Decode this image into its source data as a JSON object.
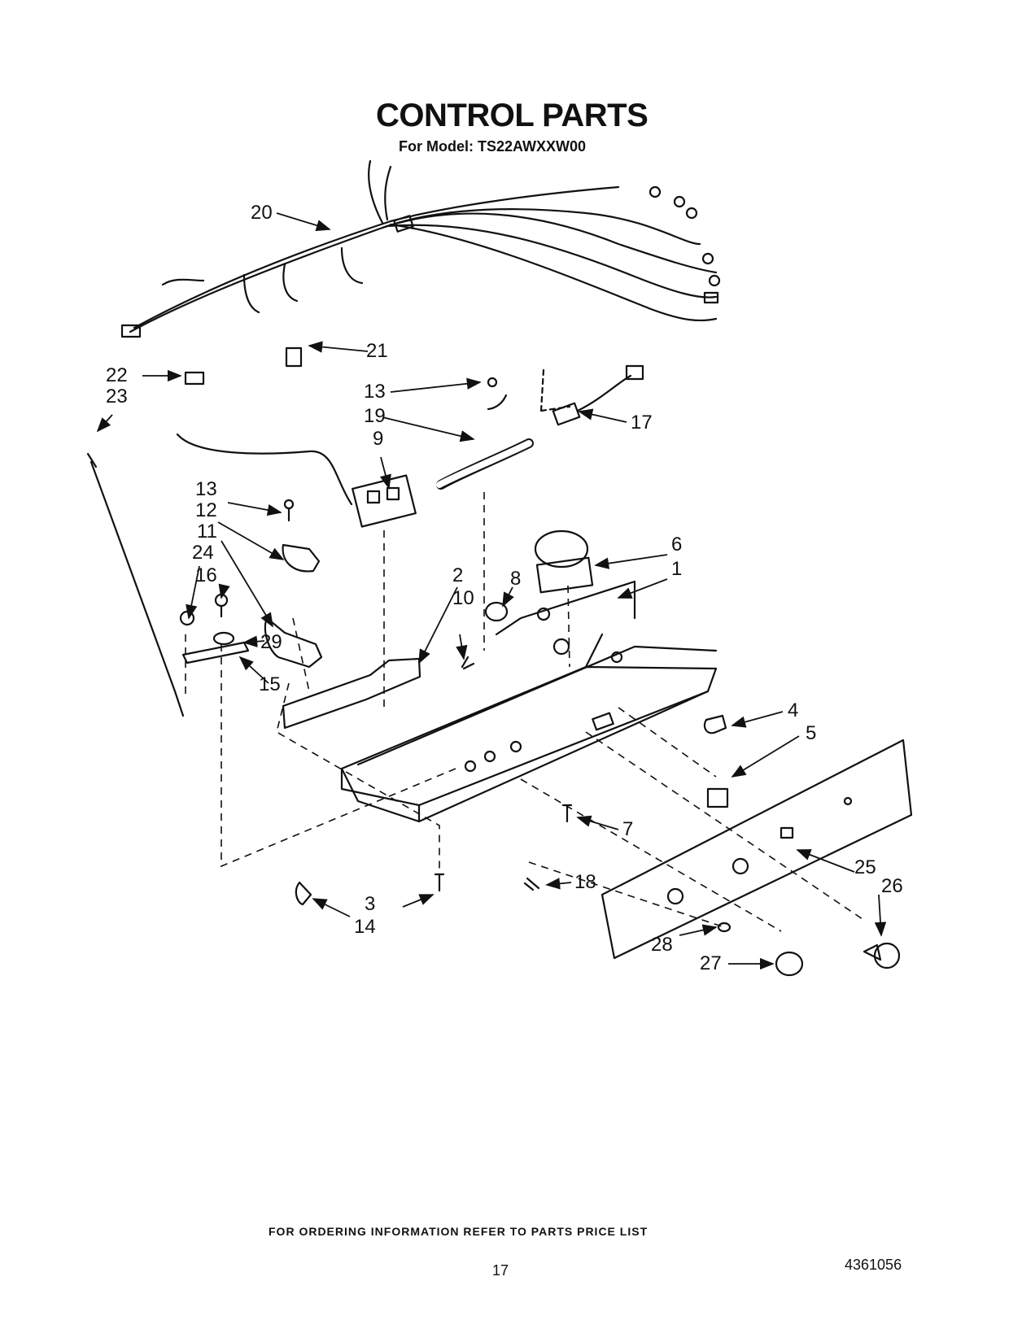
{
  "title": "CONTROL PARTS",
  "subtitle": "For Model: TS22AWXXW00",
  "callouts": {
    "c1": "1",
    "c2": "2",
    "c3": "3",
    "c4": "4",
    "c5": "5",
    "c6": "6",
    "c7": "7",
    "c8": "8",
    "c9": "9",
    "c10": "10",
    "c11": "11",
    "c12": "12",
    "c13a": "13",
    "c13b": "13",
    "c14": "14",
    "c15": "15",
    "c16": "16",
    "c17": "17",
    "c18": "18",
    "c19": "19",
    "c20": "20",
    "c21": "21",
    "c22": "22",
    "c23": "23",
    "c24": "24",
    "c25": "25",
    "c26": "26",
    "c27": "27",
    "c28": "28",
    "c29": "29"
  },
  "footer": {
    "ordering_note": "FOR ORDERING INFORMATION REFER TO PARTS PRICE LIST",
    "page_number": "17",
    "doc_number": "4361056"
  }
}
